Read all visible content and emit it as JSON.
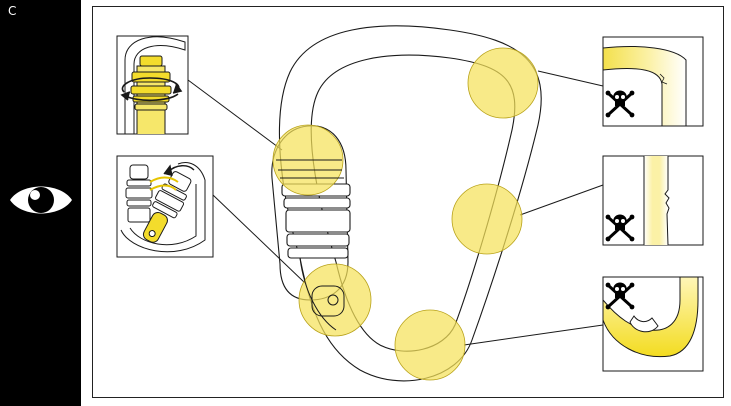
{
  "section": {
    "letter": "C"
  },
  "icons": [
    "eye-icon",
    "skull-crossbones-icon"
  ],
  "colors": {
    "sidebar": "#000000",
    "highlight": "#f5e25a",
    "highlight_stroke": "#c9b21a",
    "line": "#1a1a1a",
    "background": "#ffffff"
  },
  "callouts": [
    {
      "id": "gate-lock-rotation",
      "description_icon": "rotate-arrow-icon"
    },
    {
      "id": "gate-opening",
      "description_icon": "swing-arrow-icon"
    },
    {
      "id": "cracked-spine",
      "warning": "skull-crossbones-icon"
    },
    {
      "id": "fissured-spine",
      "warning": "skull-crossbones-icon"
    },
    {
      "id": "worn-basket",
      "warning": "skull-crossbones-icon"
    }
  ]
}
